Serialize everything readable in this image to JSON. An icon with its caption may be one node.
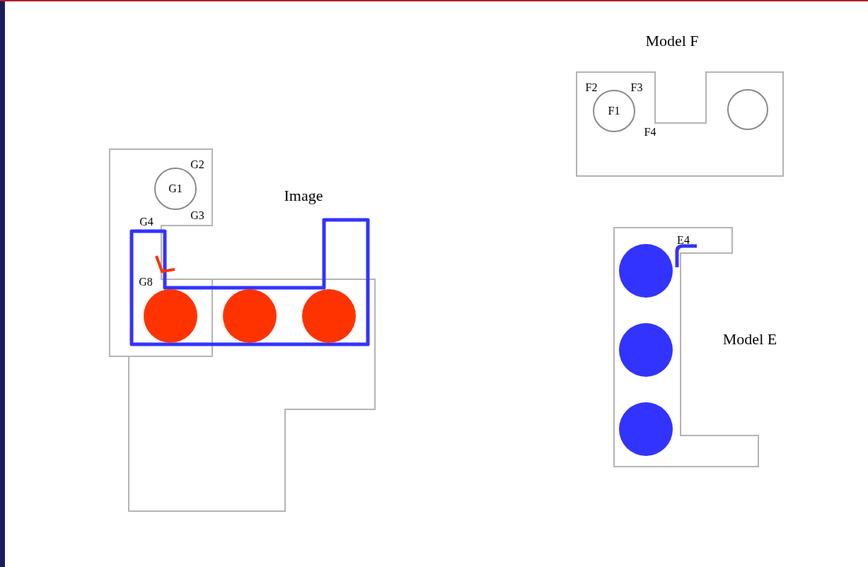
{
  "diagram": {
    "nodes": [
      {
        "text": [
          "F1"
        ]
      },
      {
        "text": [],
        "shape": "circle"
      },
      {
        "text": [
          "G1"
        ]
      },
      {
        "text": [],
        "shape": "circle"
      },
      {
        "text": [],
        "shape": "circle"
      },
      {
        "text": [],
        "shape": "circle"
      },
      {
        "text": [],
        "shape": "circle"
      },
      {
        "text": [],
        "shape": "circle"
      },
      {
        "text": [],
        "shape": "circle"
      }
    ],
    "labels": [
      "Model F",
      "F2",
      "F3",
      "F4",
      "G2",
      "Image",
      "G3",
      "G4",
      "E4",
      "G8",
      "Model E"
    ]
  }
}
